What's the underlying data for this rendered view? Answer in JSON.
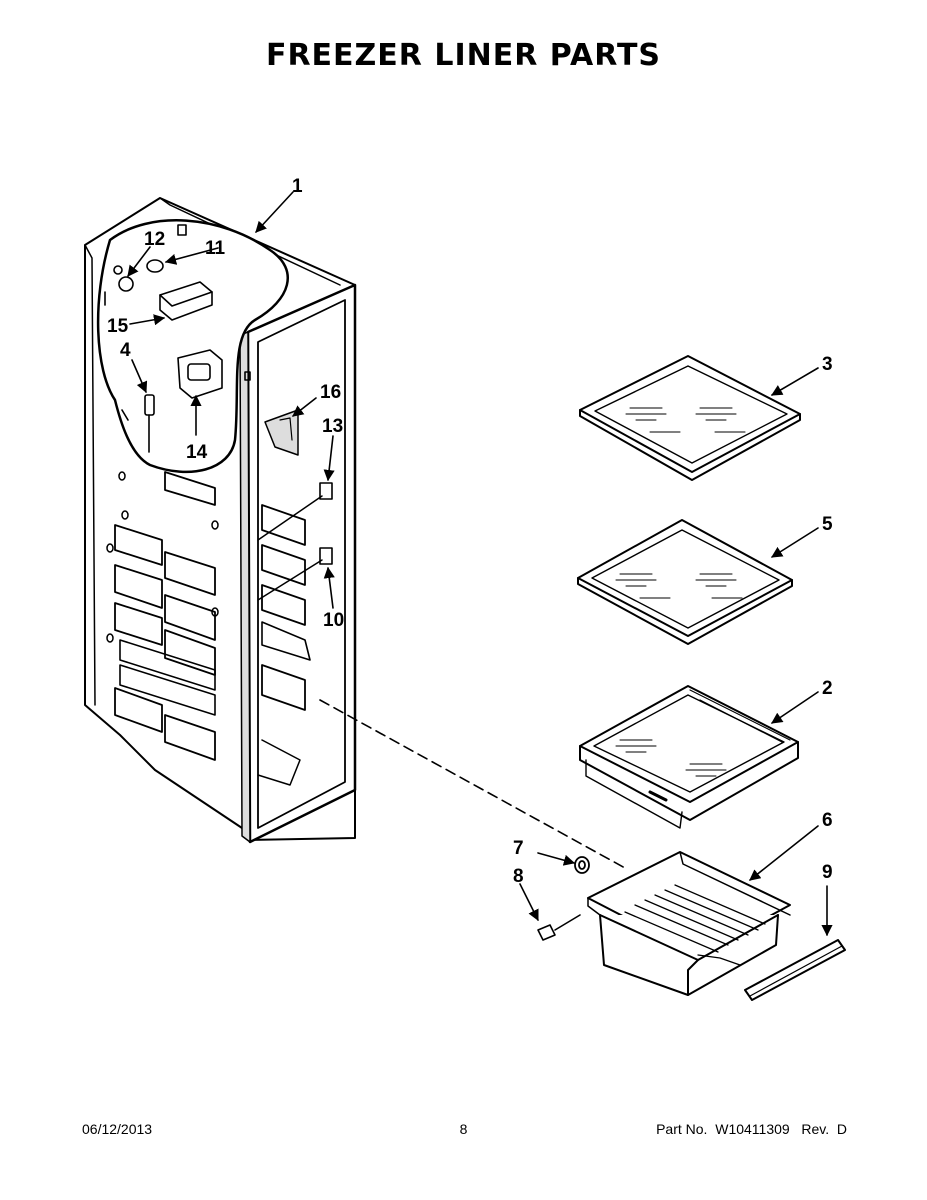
{
  "title": "FREEZER LINER PARTS",
  "callouts": {
    "c1": "1",
    "c2": "2",
    "c3": "3",
    "c4": "4",
    "c5": "5",
    "c6": "6",
    "c7": "7",
    "c8": "8",
    "c9": "9",
    "c10": "10",
    "c11": "11",
    "c12": "12",
    "c13": "13",
    "c14": "14",
    "c15": "15",
    "c16": "16"
  },
  "footer": {
    "date": "06/12/2013",
    "page": "8",
    "part": "Part No.  W10411309   Rev.  D"
  }
}
